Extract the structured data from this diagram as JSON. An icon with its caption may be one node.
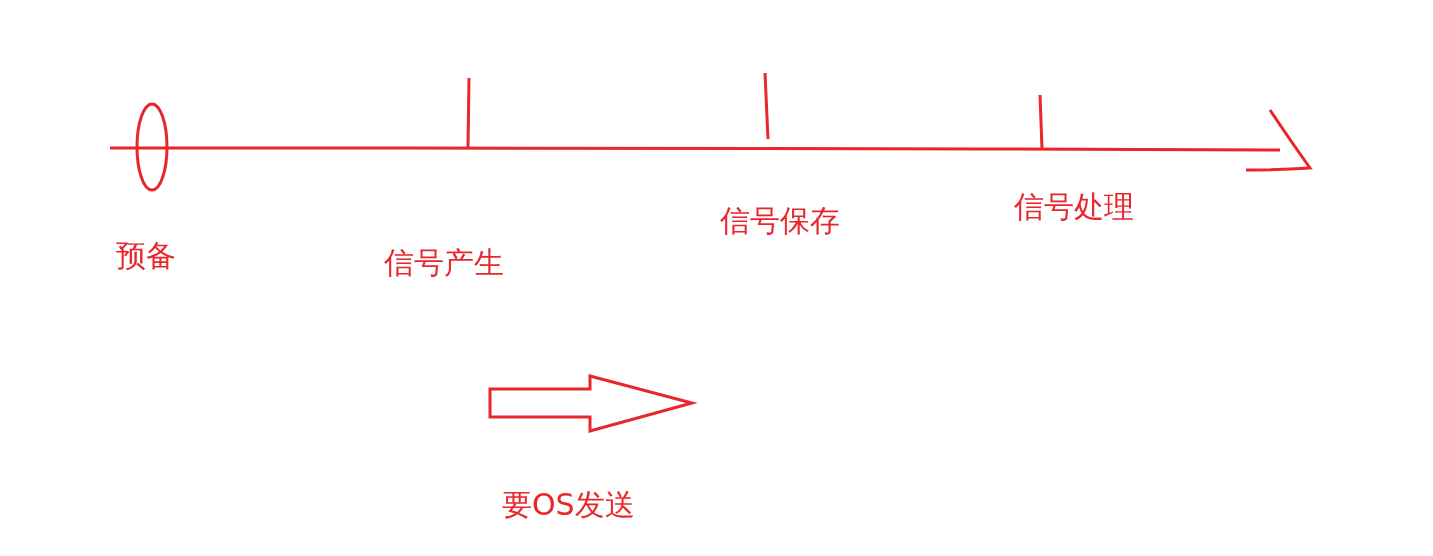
{
  "diagram": {
    "labels": [
      "预备",
      "信号产生",
      "信号保存",
      "信号处理",
      "要OS发送"
    ]
  }
}
